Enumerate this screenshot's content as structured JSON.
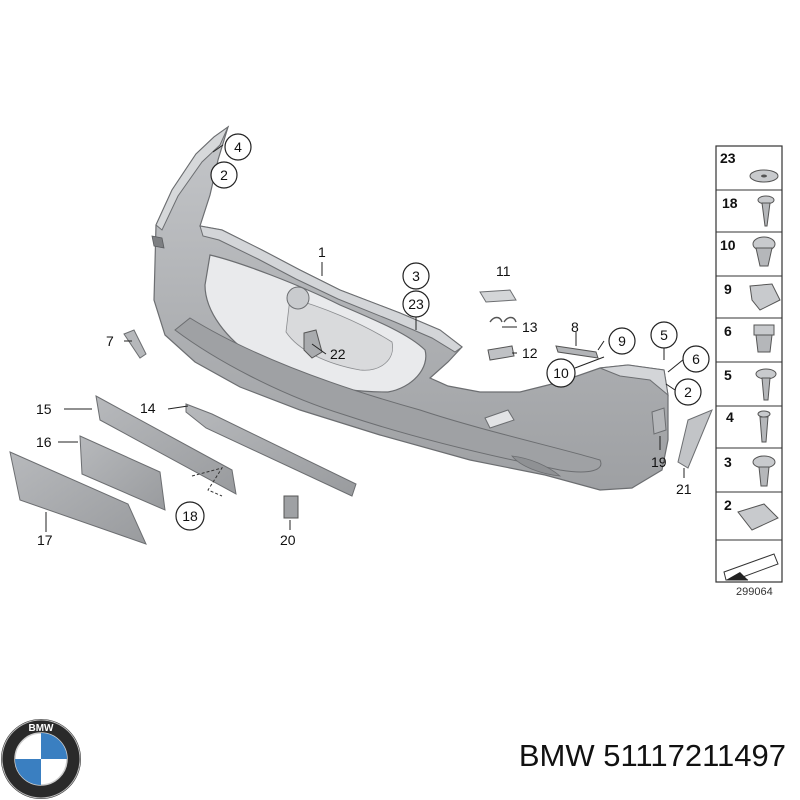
{
  "diagram": {
    "reference_number": "299064",
    "callouts": {
      "c1": "1",
      "c2a": "2",
      "c2b": "2",
      "c3": "3",
      "c4": "4",
      "c5": "5",
      "c6": "6",
      "c7": "7",
      "c8": "8",
      "c9": "9",
      "c10": "10",
      "c11": "11",
      "c12": "12",
      "c13": "13",
      "c14": "14",
      "c15": "15",
      "c16": "16",
      "c17": "17",
      "c18": "18",
      "c19": "19",
      "c20": "20",
      "c21": "21",
      "c22": "22",
      "c23": "23"
    },
    "legend": [
      "23",
      "18",
      "10",
      "9",
      "6",
      "5",
      "4",
      "3",
      "2"
    ]
  },
  "brand": {
    "logo_letters": "BMW"
  },
  "caption": {
    "text": "BMW 51117211497"
  }
}
